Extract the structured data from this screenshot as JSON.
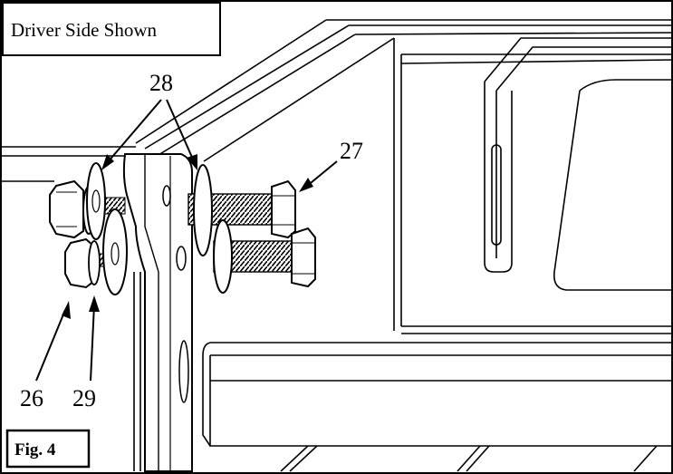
{
  "caption": "Driver Side Shown",
  "figure_label": "Fig. 4",
  "callouts": {
    "part_26": "26",
    "part_27": "27",
    "part_28": "28",
    "part_29": "29"
  }
}
